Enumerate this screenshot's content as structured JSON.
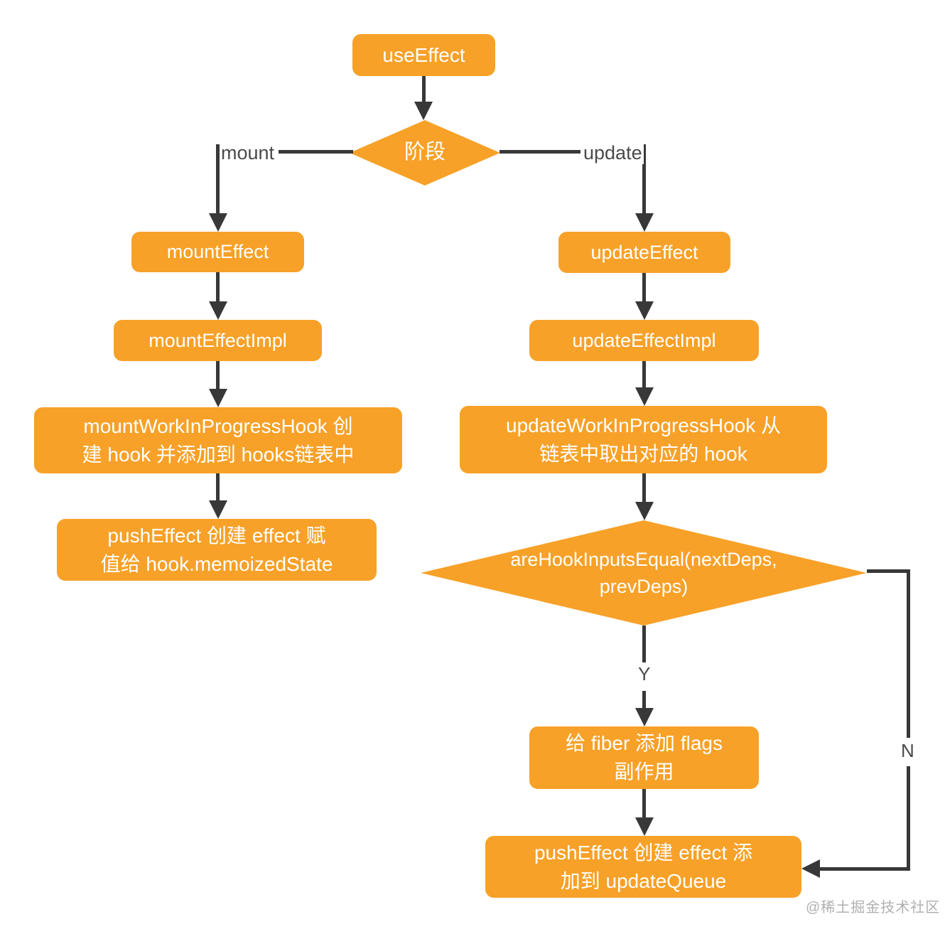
{
  "diagram": {
    "nodes": {
      "use_effect": {
        "label": "useEffect"
      },
      "phase": {
        "label": "阶段"
      },
      "mount_effect": {
        "label": "mountEffect"
      },
      "update_effect": {
        "label": "updateEffect"
      },
      "mount_effect_impl": {
        "label": "mountEffectImpl"
      },
      "update_effect_impl": {
        "label": "updateEffectImpl"
      },
      "mount_work": {
        "label": "mountWorkInProgressHook 创\n建 hook 并添加到 hooks链表中"
      },
      "update_work": {
        "label": "updateWorkInProgressHook 从\n链表中取出对应的 hook"
      },
      "push_effect_mount": {
        "label": "pushEffect 创建 effect 赋\n值给 hook.memoizedState"
      },
      "are_hook_inputs_equal": {
        "label": "areHookInputsEqual(nextDeps,\nprevDeps)"
      },
      "add_flags": {
        "label": "给 fiber 添加 flags\n副作用"
      },
      "push_effect_update": {
        "label": "pushEffect 创建 effect 添\n加到 updateQueue"
      }
    },
    "edge_labels": {
      "mount": "mount",
      "update": "update",
      "yes": "Y",
      "no": "N"
    },
    "watermark": "@稀土掘金技术社区"
  },
  "colors": {
    "node_fill": "#F7A128",
    "node_text": "#FFFFFF",
    "line": "#383838",
    "edge_label_text": "#4A4A4A",
    "watermark_text": "#B0B0B0",
    "background": "#FFFFFF"
  }
}
